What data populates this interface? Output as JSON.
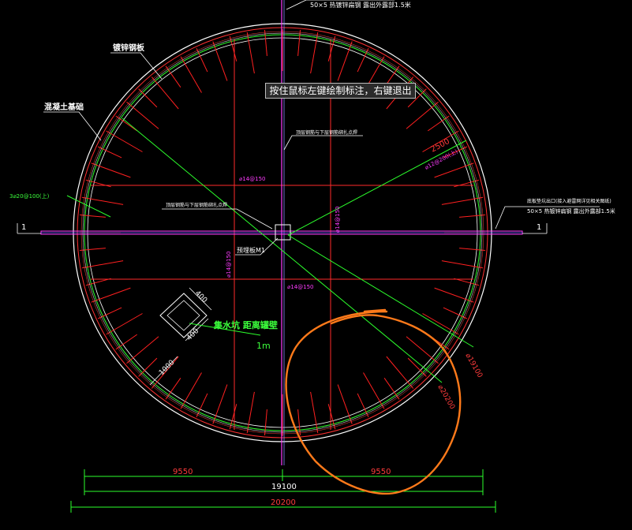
{
  "labels": {
    "top_note": "50×5 热镀锌扁钢 露出外露部1.5米",
    "steel_plate": "镀锌钢板",
    "concrete_base": "混凝土基础",
    "rebar_left": "3⌀20@100(上)",
    "layer_note_top": "顶层钢筋与下层钢筋绑扎点焊",
    "layer_note_mid": "顶层钢筋与下层钢筋绑扎点焊",
    "right_note_1": "底板垫坑出口(接入避雷网详见相关图纸)",
    "right_note_2": "50×5 热镀锌扁钢  露出外露部1.5米",
    "rebar_top": "⌀14@150",
    "rebar_bottom": "⌀14@150",
    "rebar_right_v": "⌀14@150",
    "rebar_left_v": "⌀14@150",
    "embed_plate": "预埋板M1",
    "dim_2500": "2500",
    "rebar_diag": "⌀12@200(上)",
    "sump_title": "集水坑 距离罐壁",
    "sump_dist": "1m",
    "sump_400a": "400",
    "sump_400b": "400",
    "sump_1000": "1000",
    "dia_19100": "⌀19100",
    "dia_20200": "⌀20200",
    "section_left": "1",
    "section_right": "1",
    "dim_9550_left": "9550",
    "dim_9550_right": "9550",
    "dim_19100": "19100",
    "dim_20200": "20200"
  },
  "prompt": "按住鼠标左键绘制标注，右键退出",
  "colors": {
    "background": "#000000",
    "outline": "#ffffff",
    "rebar": "#ff2020",
    "magenta": "#ff3cff",
    "green": "#2cff2c",
    "annotation": "#ff7a1a"
  }
}
